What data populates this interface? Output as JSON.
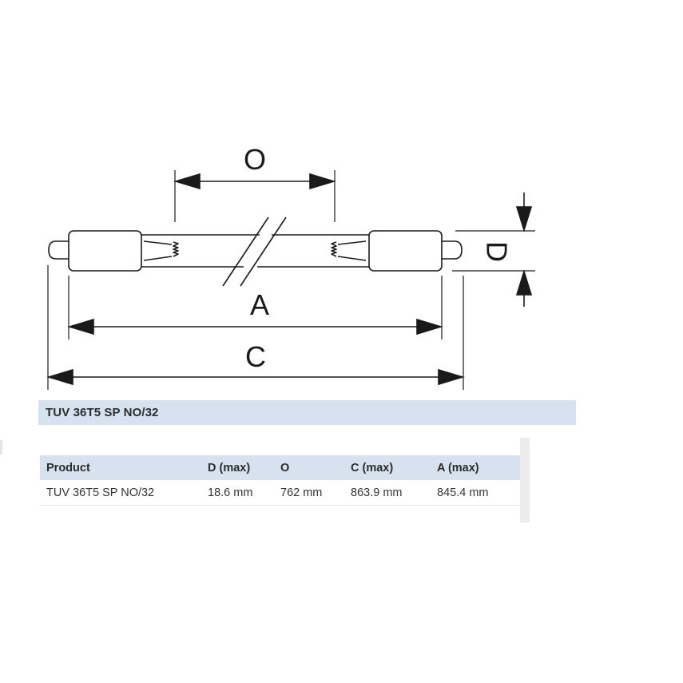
{
  "diagram": {
    "labels": {
      "O": "O",
      "A": "A",
      "C": "C",
      "D": "D"
    }
  },
  "section_title": "TUV 36T5 SP NO/32",
  "table": {
    "headers": [
      "Product",
      "D (max)",
      "O",
      "C (max)",
      "A (max)"
    ],
    "rows": [
      [
        "TUV 36T5 SP NO/32",
        "18.6 mm",
        "762 mm",
        "863.9 mm",
        "845.4 mm"
      ]
    ]
  },
  "colors": {
    "header_bg": "#d6e2ef",
    "line": "#1a1a1a"
  }
}
